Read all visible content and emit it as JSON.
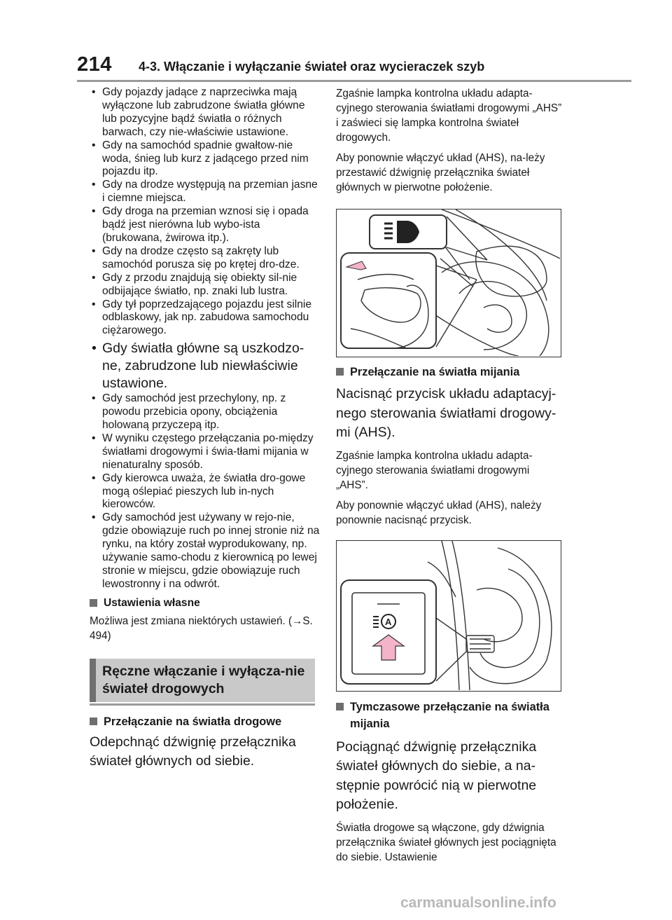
{
  "header": {
    "page_number": "214",
    "chapter": "4-3. Włączanie i wyłączanie świateł oraz wycieraczek szyb"
  },
  "left": {
    "bullets": [
      {
        "text": "Gdy pojazdy jadące z naprzeciwka mają wyłączone lub zabrudzone światła główne lub pozycyjne bądź światła o różnych barwach, czy nie-właściwie ustawione.",
        "big": false
      },
      {
        "text": "Gdy na samochód spadnie gwałtow-nie woda, śnieg lub kurz z jadącego przed nim pojazdu itp.",
        "big": false
      },
      {
        "text": "Gdy na drodze występują na przemian jasne i ciemne miejsca.",
        "big": false
      },
      {
        "text": "Gdy droga na przemian wznosi się i opada bądź jest nierówna lub wybo-ista (brukowana, żwirowa itp.).",
        "big": false
      },
      {
        "text": "Gdy na drodze często są zakręty lub samochód porusza się po krętej dro-dze.",
        "big": false
      },
      {
        "text": "Gdy z przodu znajdują się obiekty sil-nie odbijające światło, np. znaki lub lustra.",
        "big": false
      },
      {
        "text": "Gdy tył poprzedzającego pojazdu jest silnie odblaskowy, jak np. zabudowa samochodu ciężarowego.",
        "big": false
      },
      {
        "text": "Gdy światła główne są uszkodzo-ne, zabrudzone lub niewłaściwie ustawione.",
        "big": true
      },
      {
        "text": "Gdy samochód jest przechylony, np. z powodu przebicia opony, obciążenia holowaną przyczepą itp.",
        "big": false
      },
      {
        "text": "W wyniku częstego przełączania po-między światłami drogowymi i świa-tłami mijania w nienaturalny sposób.",
        "big": false
      },
      {
        "text": "Gdy kierowca uważa, że światła dro-gowe mogą oślepiać pieszych lub in-nych kierowców.",
        "big": false
      },
      {
        "text": "Gdy samochód jest używany w rejo-nie, gdzie obowiązuje ruch po innej stronie niż na rynku, na który został wyprodukowany, np. używanie samo-chodu z kierownicą po lewej stronie w miejscu, gdzie obowiązuje ruch lewostronny i na odwrót.",
        "big": false
      }
    ],
    "settings_heading": "Ustawienia własne",
    "settings_text": "Możliwa jest zmiana niektórych ustawień. (→S. 494)",
    "banner": "Ręczne włączanie i wyłącza-nie świateł drogowych",
    "high_beam_heading": "Przełączanie na światła drogowe",
    "high_beam_text": "Odepchnąć dźwignię przełącznika świateł głównych od siebie."
  },
  "right": {
    "intro1": "Zgaśnie lampka kontrolna układu adapta-cyjnego sterowania światłami drogowymi „AHS” i zaświeci się lampka kontrolna świateł drogowych.",
    "intro2": "Aby ponownie włączyć układ (AHS), na-leży przestawić dźwignię przełącznika świateł głównych w pierwotne położenie.",
    "low_heading": "Przełączanie na światła mijania",
    "low_text": "Nacisnąć przycisk układu adaptacyj-nego sterowania światłami drogowy-mi (AHS).",
    "low_note1": "Zgaśnie lampka kontrolna układu adapta-cyjnego sterowania światłami drogowymi „AHS”.",
    "low_note2": "Aby ponownie włączyć układ (AHS), należy ponownie nacisnąć przycisk.",
    "temp_heading": "Tymczasowe przełączanie na światła mijania",
    "temp_text": "Pociągnąć dźwignię przełącznika świateł głównych do siebie, a na-stępnie powrócić nią w pierwotne położenie.",
    "temp_note": "Światła drogowe są włączone, gdy dźwignia przełącznika świateł głównych jest pociągnięta do siebie. Ustawienie"
  },
  "watermark": "carmanualsonline.info"
}
